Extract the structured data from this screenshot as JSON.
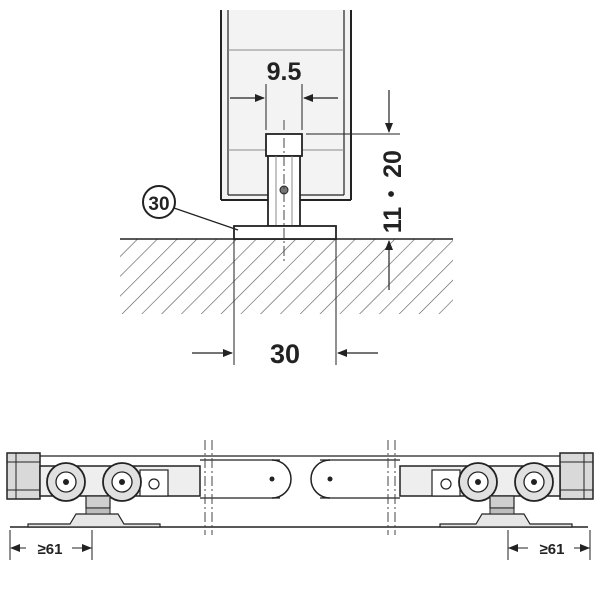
{
  "top_view": {
    "dim_width_top": "9.5",
    "dim_height_upper": "20",
    "dim_bullet": "•",
    "dim_height_lower": "11",
    "dim_base_width": "30",
    "callout_number": "30"
  },
  "bottom_view": {
    "dim_left_clearance": "≥61",
    "dim_right_clearance": "≥61"
  },
  "colors": {
    "line": "#222222",
    "fill_light": "#e6e6e6",
    "fill_mid": "#cfcfcf",
    "background": "#ffffff"
  }
}
